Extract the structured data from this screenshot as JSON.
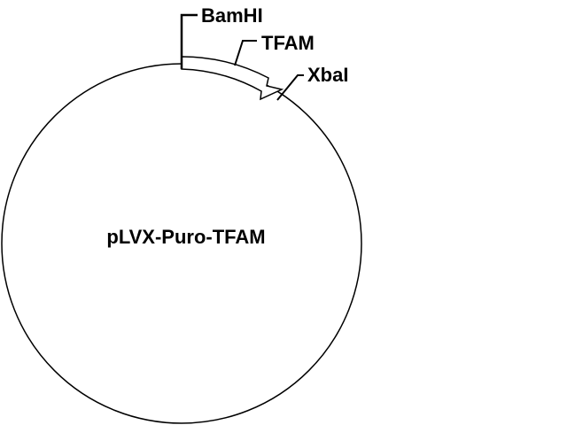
{
  "plasmid": {
    "name": "pLVX-Puro-TFAM"
  },
  "features": {
    "insert": {
      "label": "TFAM"
    },
    "site_start": {
      "label": "BamHI"
    },
    "site_end": {
      "label": "XbaI"
    }
  },
  "colors": {
    "line": "#000000",
    "background": "#ffffff",
    "arrow_fill": "#ffffff"
  }
}
